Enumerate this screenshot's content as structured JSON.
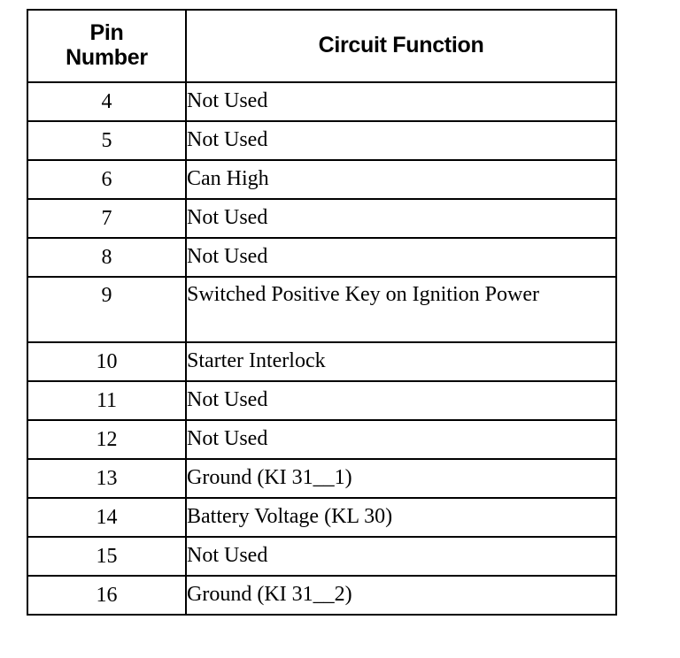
{
  "table": {
    "columns": [
      {
        "key": "pin",
        "header_line1": "Pin",
        "header_line2": "Number",
        "align": "center"
      },
      {
        "key": "function",
        "header_line1": "Circuit Function",
        "header_line2": "",
        "align": "left"
      }
    ],
    "rows": [
      {
        "pin": "4",
        "function": "Not Used",
        "tall": false
      },
      {
        "pin": "5",
        "function": "Not Used",
        "tall": false
      },
      {
        "pin": "6",
        "function": "Can High",
        "tall": false
      },
      {
        "pin": "7",
        "function": "Not Used",
        "tall": false
      },
      {
        "pin": "8",
        "function": "Not Used",
        "tall": false
      },
      {
        "pin": "9",
        "function": "Switched Positive Key on Ignition Power",
        "tall": true
      },
      {
        "pin": "10",
        "function": "Starter Interlock",
        "tall": false
      },
      {
        "pin": "11",
        "function": "Not Used",
        "tall": false
      },
      {
        "pin": "12",
        "function": "Not Used",
        "tall": false
      },
      {
        "pin": "13",
        "function": "Ground (KI 31__1)",
        "tall": false
      },
      {
        "pin": "14",
        "function": "Battery Voltage (KL 30)",
        "tall": false
      },
      {
        "pin": "15",
        "function": "Not Used",
        "tall": false
      },
      {
        "pin": "16",
        "function": "Ground (KI 31__2)",
        "tall": false
      }
    ],
    "colors": {
      "border": "#000000",
      "text": "#000000",
      "background": "#ffffff"
    }
  }
}
